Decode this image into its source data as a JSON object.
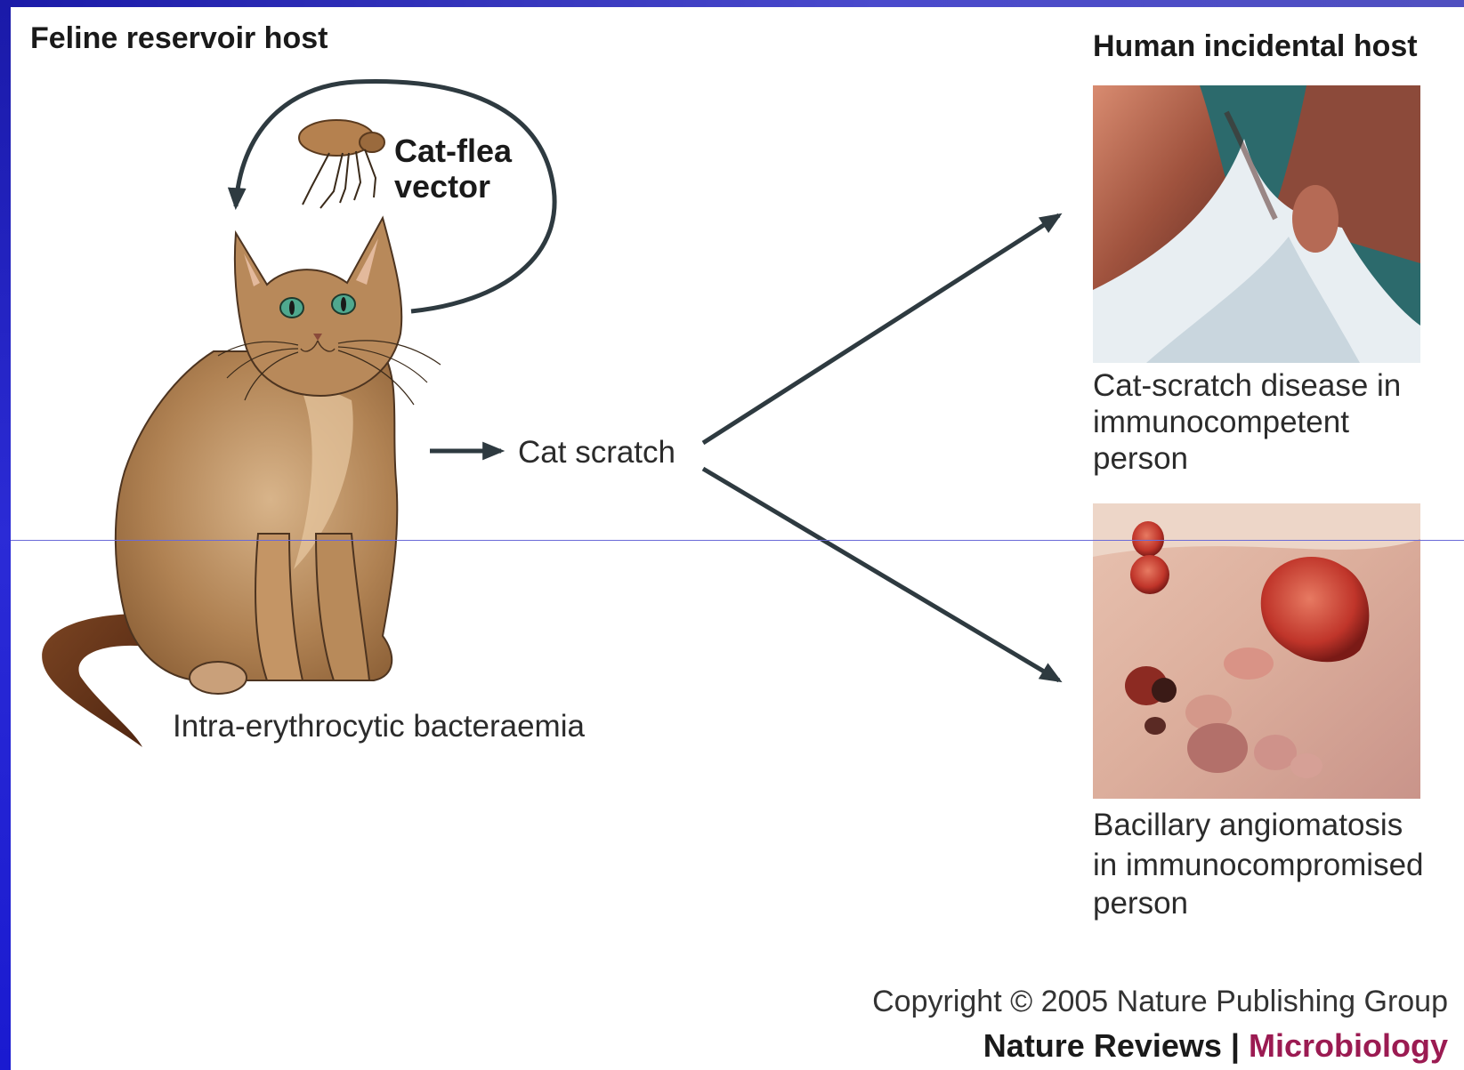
{
  "feline": {
    "heading": "Feline reservoir host"
  },
  "vector": {
    "line1": "Cat-flea",
    "line2": "vector"
  },
  "scratch": {
    "label": "Cat scratch"
  },
  "bacteraemia": {
    "label": "Intra-erythrocytic bacteraemia"
  },
  "human": {
    "heading": "Human incidental host"
  },
  "outcomes": [
    {
      "lines": [
        "Cat-scratch disease in",
        "immunocompetent",
        "person"
      ]
    },
    {
      "lines": [
        "Bacillary angiomatosis",
        "in immunocompromised",
        "person"
      ]
    }
  ],
  "footer": {
    "copyright": "Copyright © 2005 Nature Publishing Group",
    "journal_main": "Nature Reviews",
    "journal_sep": " | ",
    "journal_accent": "Microbiology"
  },
  "colors": {
    "arrow": "#2e3a40",
    "cat_fur": "#b08253",
    "cat_tail": "#6b3a1c",
    "journal_accent": "#9b1b52",
    "slide_accent": "#2b2bd6"
  }
}
